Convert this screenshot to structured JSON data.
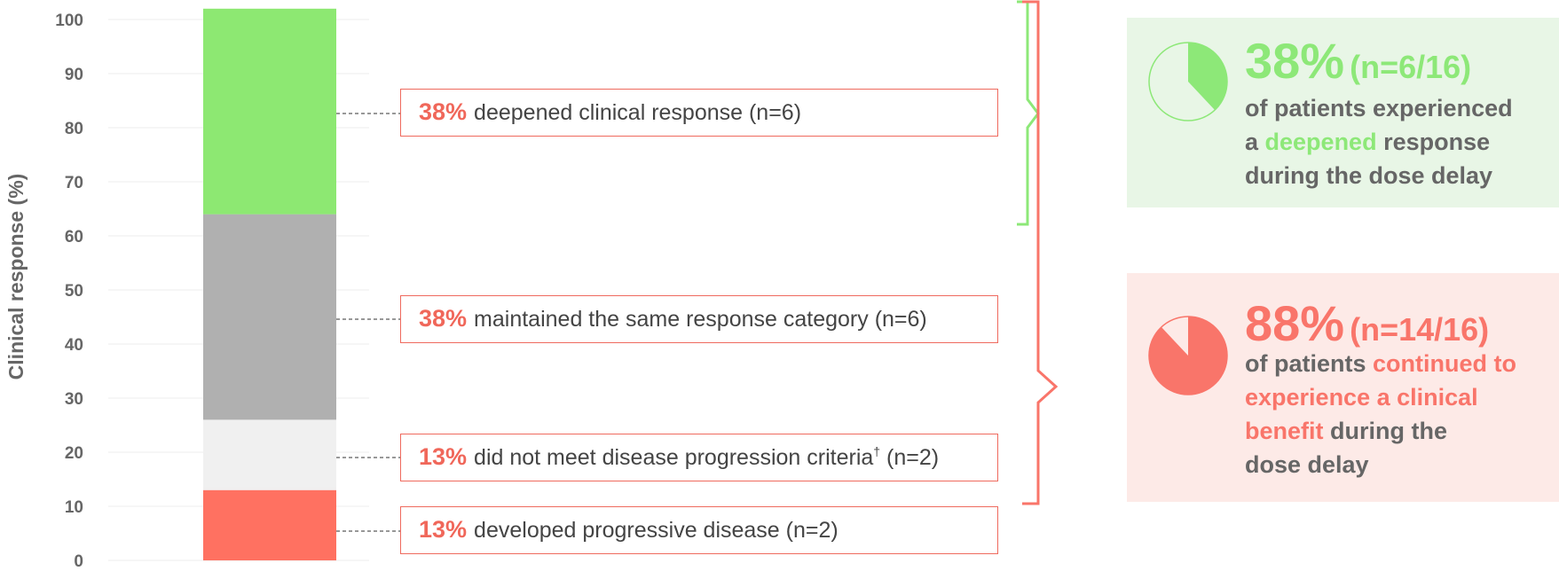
{
  "chart_data": {
    "type": "bar",
    "stacked": true,
    "ylabel": "Clinical response (%)",
    "ylim": [
      0,
      100
    ],
    "yticks": [
      0,
      10,
      20,
      30,
      40,
      50,
      60,
      70,
      80,
      90,
      100
    ],
    "grid": true,
    "segments": [
      {
        "start": 0,
        "end": 13,
        "color": "#ff7161"
      },
      {
        "start": 13,
        "end": 26,
        "color": "#f0f0f0"
      },
      {
        "start": 26,
        "end": 64,
        "color": "#b0b0b0"
      },
      {
        "start": 64,
        "end": 102,
        "color": "#8de872"
      }
    ],
    "annotations": [
      {
        "pct": "38%",
        "text": "deepened clinical response (n=6)",
        "segment": 3
      },
      {
        "pct": "38%",
        "text": "maintained the same response category (n=6)",
        "segment": 2
      },
      {
        "pct": "13%",
        "text": "did not meet disease progression criteria",
        "sup": "†",
        "suffix": " (n=2)",
        "segment": 1
      },
      {
        "pct": "13%",
        "text": "developed progressive disease (n=2)",
        "segment": 0
      }
    ]
  },
  "summary": [
    {
      "percent_value": 38,
      "big_pct": "38%",
      "fraction": "(n=6/16)",
      "color": "#8de878",
      "lines": [
        [
          "of patients experienced"
        ],
        [
          "a ",
          {
            "hl": "deepened"
          },
          " response"
        ],
        [
          "during the dose delay"
        ]
      ]
    },
    {
      "percent_value": 88,
      "big_pct": "88%",
      "fraction": "(n=14/16)",
      "color": "#f9756a",
      "lines": [
        [
          "of patients ",
          {
            "hl": "continued to"
          }
        ],
        [
          {
            "hl": "experience a clinical"
          }
        ],
        [
          {
            "hl": "benefit"
          },
          " during the"
        ],
        [
          "dose delay"
        ]
      ]
    }
  ],
  "brackets": {
    "green_color": "#8de878",
    "red_color": "#f9756a"
  }
}
